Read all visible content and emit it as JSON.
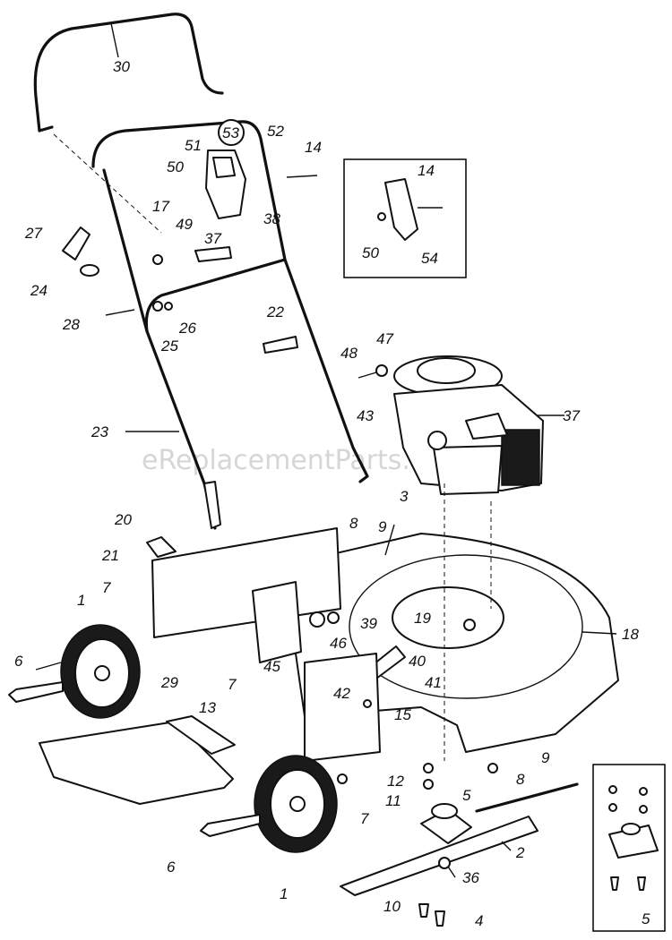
{
  "watermark": "eReplacementParts.com",
  "callouts": [
    "30",
    "53",
    "52",
    "51",
    "50",
    "14",
    "17",
    "49",
    "37",
    "38",
    "27",
    "24",
    "28",
    "26",
    "25",
    "22",
    "23",
    "48",
    "47",
    "43",
    "37",
    "20",
    "8",
    "9",
    "3",
    "21",
    "7",
    "1",
    "6",
    "29",
    "7",
    "45",
    "46",
    "39",
    "19",
    "40",
    "42",
    "41",
    "15",
    "18",
    "13",
    "12",
    "11",
    "5",
    "9",
    "8",
    "7",
    "2",
    "6",
    "36",
    "10",
    "4",
    "1",
    "14",
    "50",
    "54",
    "5"
  ]
}
